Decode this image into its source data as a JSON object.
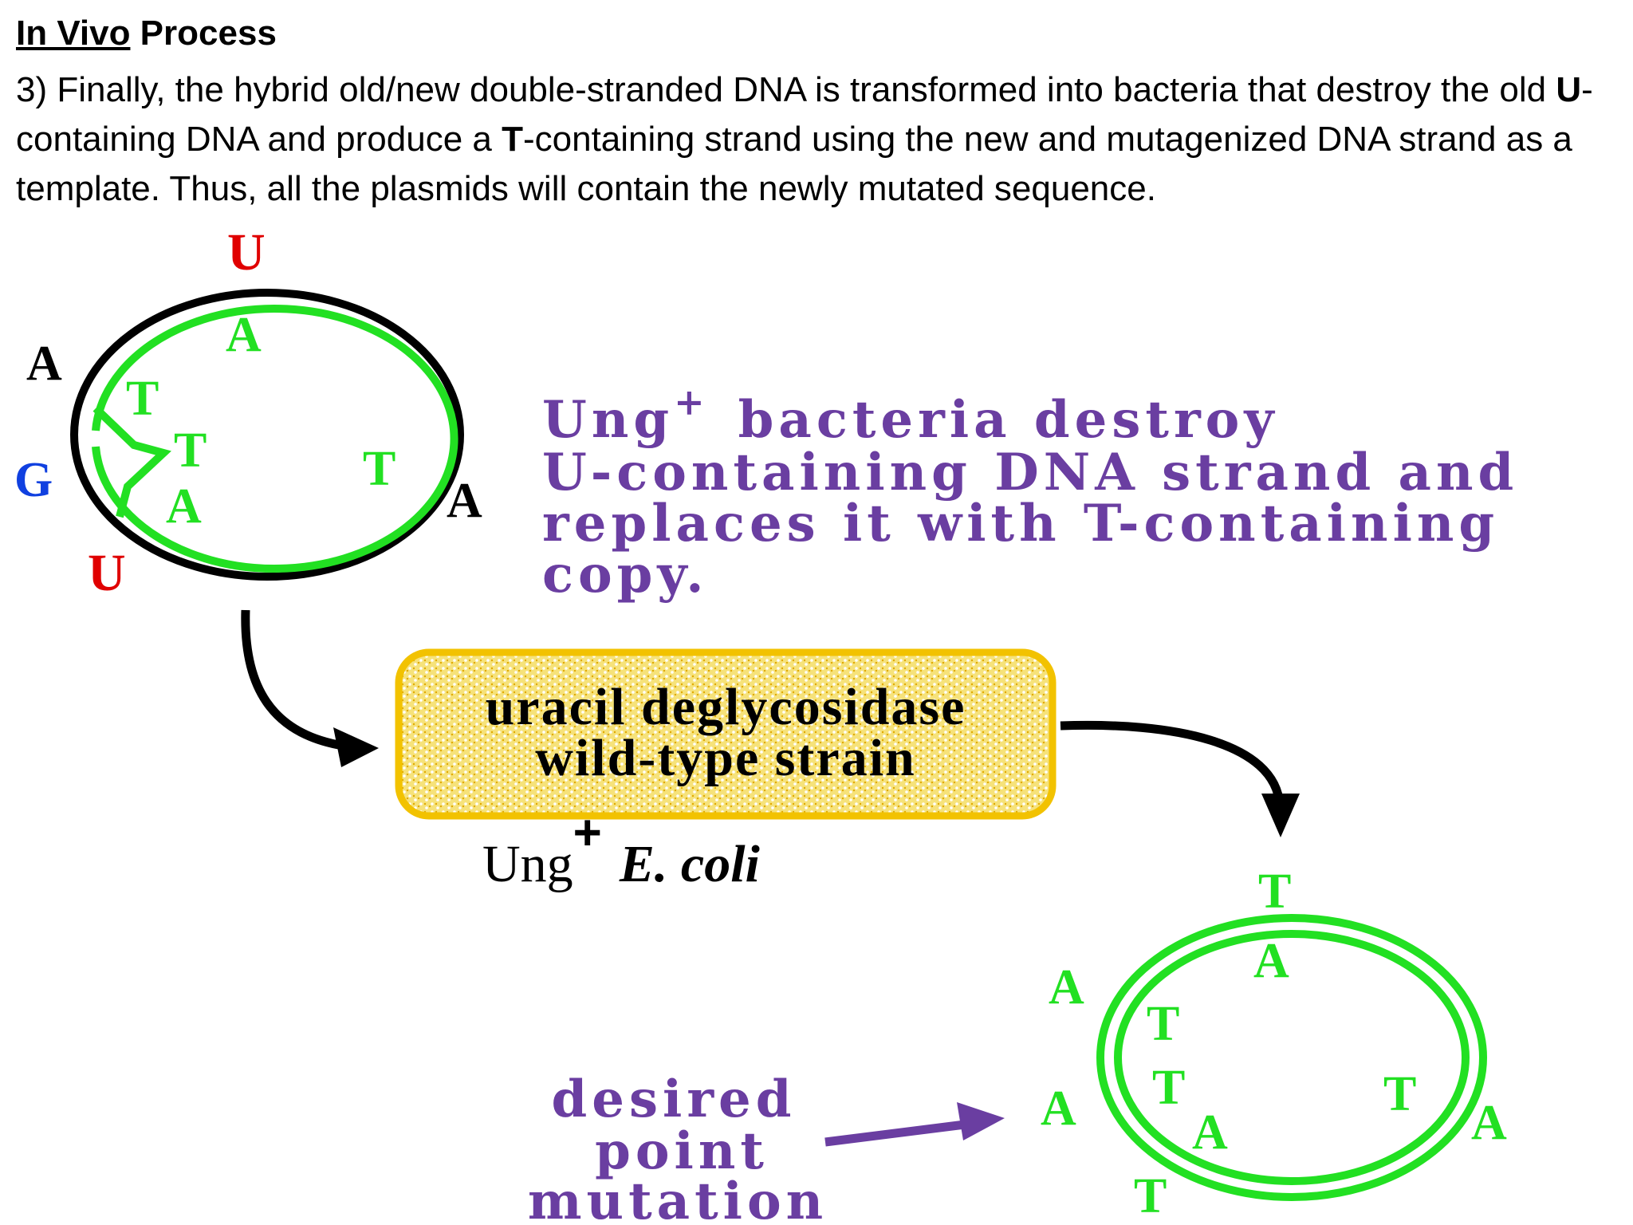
{
  "header": {
    "title_underlined": "In Vivo",
    "title_rest": " Process",
    "paragraph": {
      "part1": "3) Finally, the hybrid old/new double-stranded DNA is transformed into bacteria that destroy the old ",
      "bold1": "U",
      "part2": "-containing DNA and produce a ",
      "bold2": "T",
      "part3": "-containing strand using the new and mutagenized DNA strand as a template. Thus, all the plasmids will contain the newly mutated sequence."
    }
  },
  "colors": {
    "black_strand": "#000000",
    "green_strand": "#22e022",
    "uracil_red": "#e00000",
    "guanine_blue": "#1040e0",
    "purple_text": "#6a3ea1",
    "box_fill": "#f6e27a",
    "box_border": "#f2c200"
  },
  "plasmid_top": {
    "labels": {
      "u_top": "U",
      "a_inner_top": "A",
      "a_outer_left": "A",
      "t_inner_1": "T",
      "t_inner_2": "T",
      "g_outer": "G",
      "a_inner_bottom": "A",
      "t_inner_right": "T",
      "a_outer_right": "A",
      "u_bottom": "U"
    }
  },
  "ung_description": {
    "line1_a": "Ung",
    "line1_sup": "+",
    "line1_b": "bacteria destroy",
    "line2": "U-containing DNA strand and",
    "line3": "replaces it with T-containing",
    "line4": "copy."
  },
  "strain_box": {
    "line1": "uracil deglycosidase",
    "line2": "wild-type strain"
  },
  "ecoli_label": {
    "prefix": "Ung",
    "sup": "+",
    "species": "E. coli"
  },
  "plasmid_bottom": {
    "labels": {
      "t_top": "T",
      "a_inner_top": "A",
      "a_outer_left_1": "A",
      "t_inner_1": "T",
      "t_inner_2": "T",
      "a_outer_left_2": "A",
      "a_inner_bottom": "A",
      "t_bottom": "T",
      "t_inner_right": "T",
      "a_outer_right": "A"
    }
  },
  "mutation_label": {
    "line1": "desired",
    "line2": "point",
    "line3": "mutation"
  }
}
